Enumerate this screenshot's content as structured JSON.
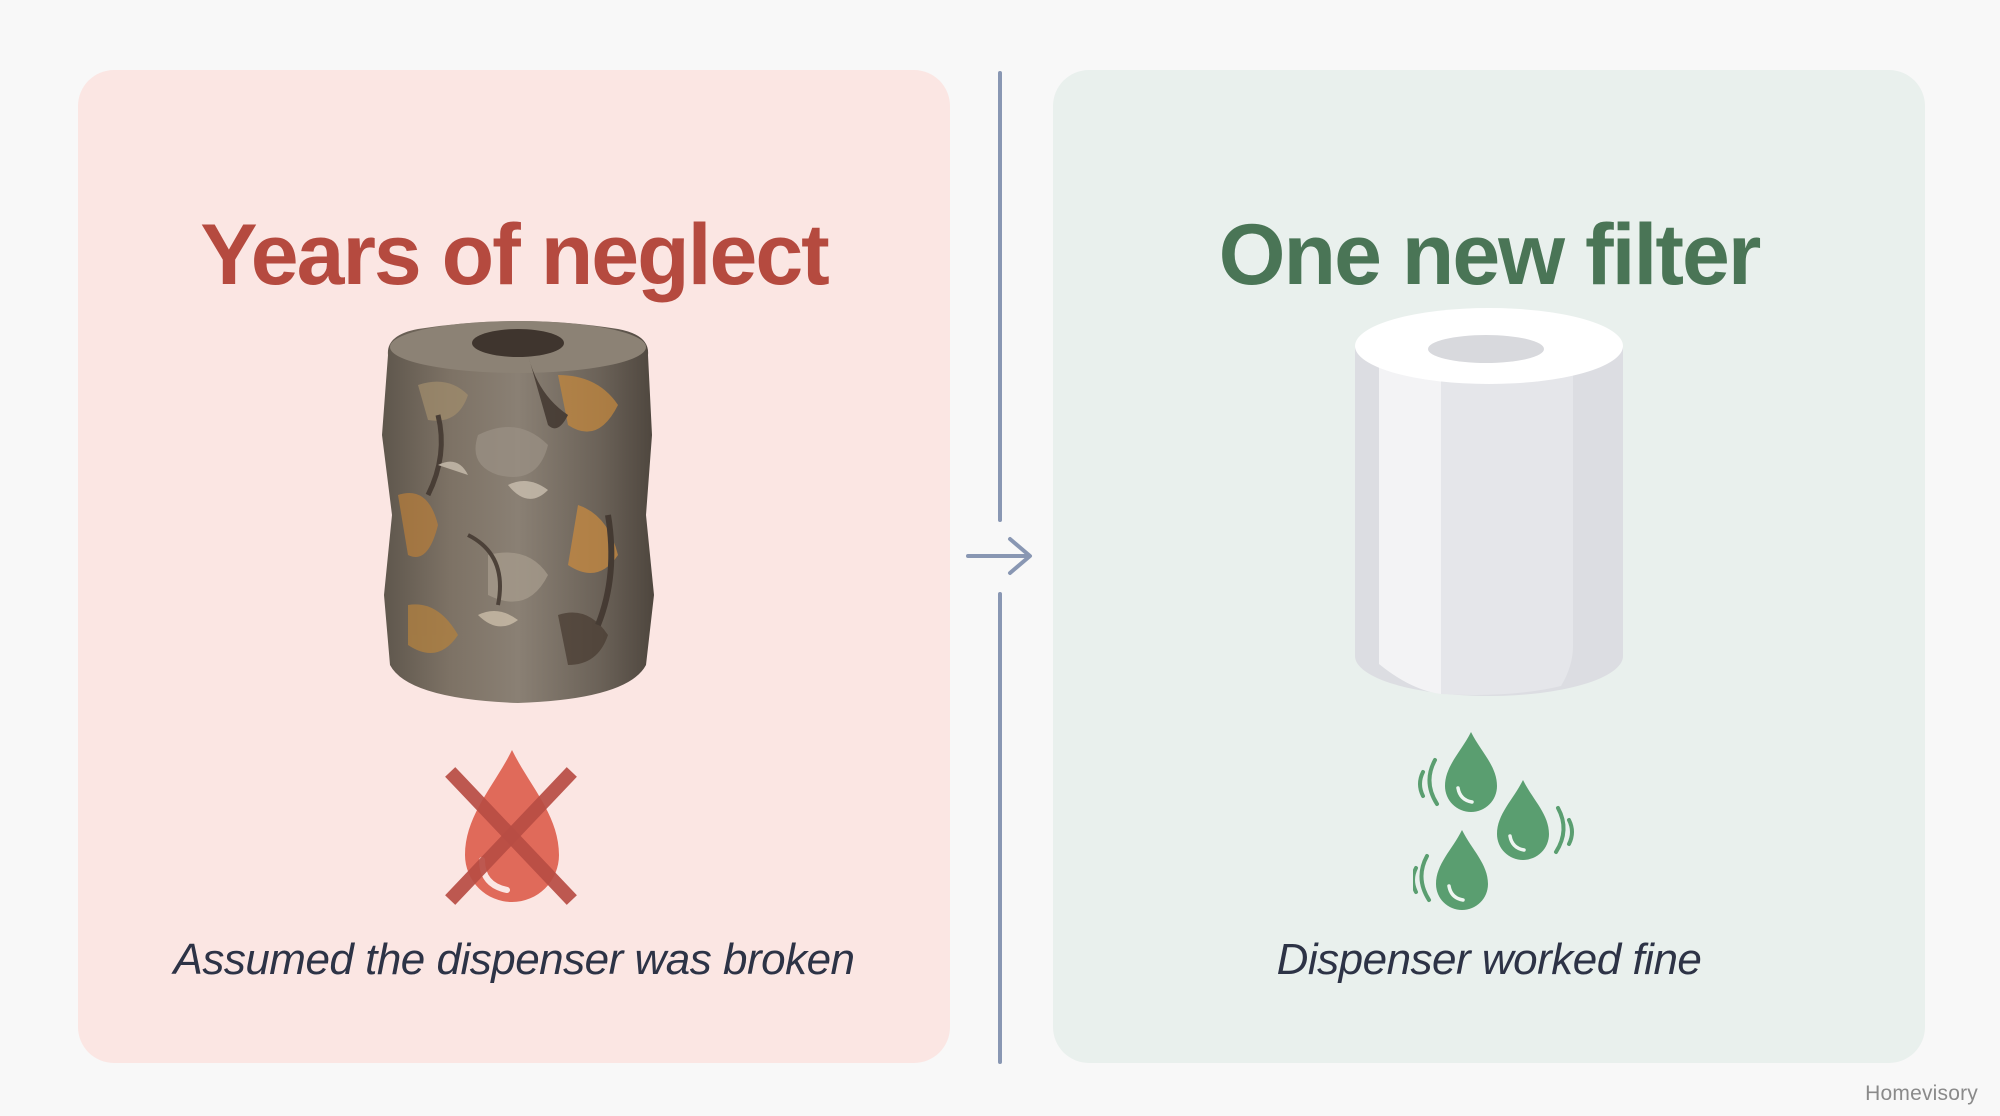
{
  "comparison": {
    "before": {
      "title": "Years of neglect",
      "caption": "Assumed the dispenser was broken",
      "image": "clogged-dirty-filter",
      "icon": "no-water-icon",
      "accent_color": "#b54a3f",
      "background_color": "#fbe6e3"
    },
    "after": {
      "title": "One new filter",
      "caption": "Dispenser worked fine",
      "image": "clean-new-filter",
      "icon": "flowing-water-drops-icon",
      "accent_color": "#4a7556",
      "background_color": "#e9f0ed"
    },
    "transition_icon": "arrow-right-icon"
  },
  "brand": {
    "label": "Homevisory"
  }
}
